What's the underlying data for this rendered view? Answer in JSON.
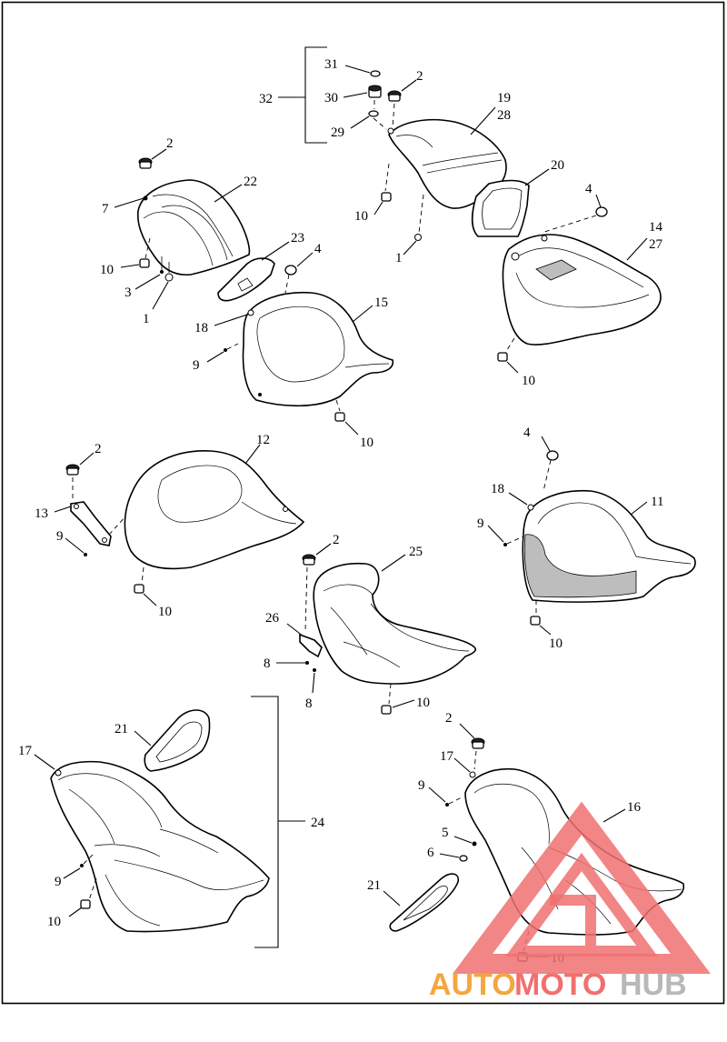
{
  "diagram": {
    "callouts": {
      "n31": "31",
      "n30": "30",
      "n29": "29",
      "n32": "32",
      "n2a": "2",
      "n19": "19",
      "n28": "28",
      "n2b": "2",
      "n7": "7",
      "n22": "22",
      "n10a": "10",
      "n3": "3",
      "n1a": "1",
      "n10b": "10",
      "n1b": "1",
      "n20": "20",
      "n4a": "4",
      "n14": "14",
      "n27": "27",
      "n23": "23",
      "n4b": "4",
      "n15": "15",
      "n18a": "18",
      "n9a": "9",
      "n10c": "10",
      "n10d": "10",
      "n2c": "2",
      "n12": "12",
      "n13": "13",
      "n9b": "9",
      "n10e": "10",
      "n4c": "4",
      "n18b": "18",
      "n11": "11",
      "n9c": "9",
      "n10f": "10",
      "n2d": "2",
      "n25": "25",
      "n26": "26",
      "n8a": "8",
      "n8b": "8",
      "n10g": "10",
      "n21a": "21",
      "n17a": "17",
      "n24": "24",
      "n9d": "9",
      "n10h": "10",
      "n2e": "2",
      "n17b": "17",
      "n9e": "9",
      "n16": "16",
      "n5": "5",
      "n6": "6",
      "n21b": "21",
      "n10i": "10"
    },
    "watermark": {
      "word1": "AUTO",
      "word2": "MOTO",
      "word3": "HUB",
      "colors": {
        "auto": "#f4a640",
        "moto": "#f07070",
        "hub": "#b8b8b8"
      }
    },
    "colors": {
      "line": "#000000",
      "background": "#ffffff",
      "frame": "#000000"
    }
  }
}
